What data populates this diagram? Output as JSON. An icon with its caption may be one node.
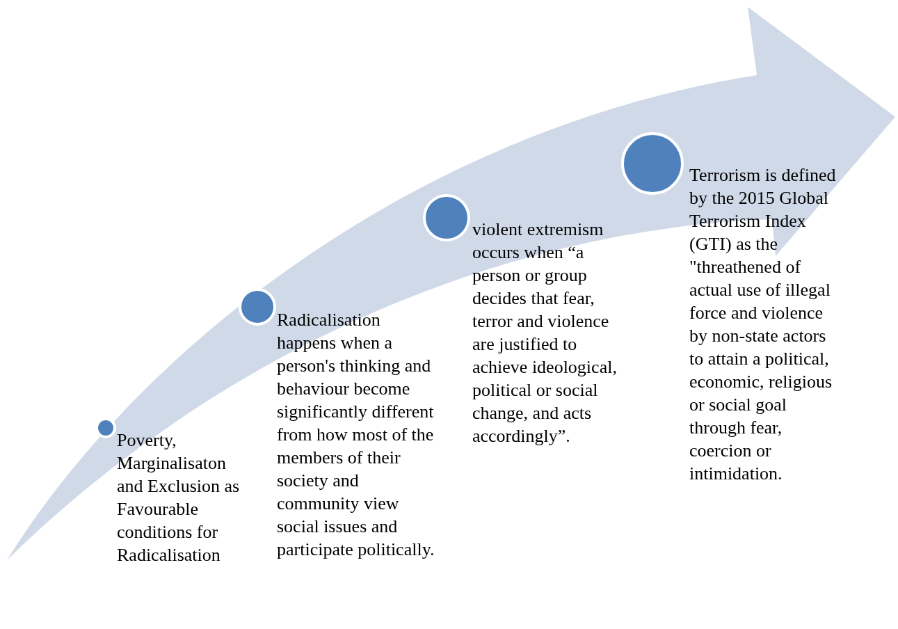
{
  "diagram": {
    "nodes": [
      {
        "text": [],
        "shape": "circle",
        "beside": [
          "Poverty, Marginalisaton and Exclusion as Favourable conditions for Radicalisation"
        ]
      },
      {
        "text": [],
        "shape": "circle",
        "beside": [
          "Radicalisation happens when a person's thinking and behaviour become significantly different from how most of the members of their society and community view social issues and participate politically."
        ]
      },
      {
        "text": [],
        "shape": "circle",
        "beside": [
          "violent extremism occurs when “a person or group decides that fear, terror and violence are justified to achieve ideological, political or social change, and acts accordingly”."
        ]
      },
      {
        "text": [],
        "shape": "circle",
        "beside": [
          "Terrorism is defined by the 2015 Global Terrorism Index (GTI) as the \"threathened of actual use of illegal force and violence by non-state actors to attain a political, economic, religious or social goal through fear, coercion or intimidation."
        ]
      }
    ]
  }
}
